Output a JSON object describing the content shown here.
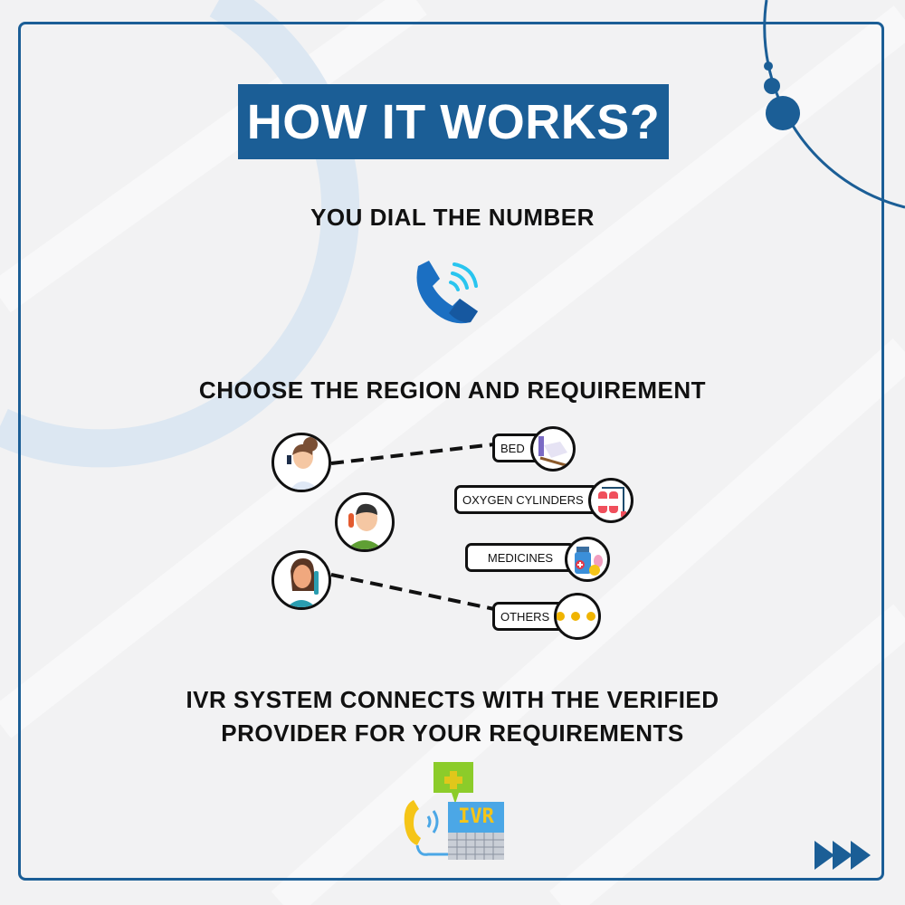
{
  "title": "HOW IT WORKS?",
  "steps": [
    {
      "heading": "YOU DIAL THE NUMBER",
      "icon": "phone-call-icon"
    },
    {
      "heading": "CHOOSE THE REGION AND REQUIREMENT",
      "options": [
        {
          "label": "BED",
          "icon": "bed-icon"
        },
        {
          "label": "OXYGEN CYLINDERS",
          "icon": "oxygen-cylinder-icon"
        },
        {
          "label": "MEDICINES",
          "icon": "medicine-icon"
        },
        {
          "label": "OTHERS",
          "icon": "more-dots-icon"
        }
      ]
    },
    {
      "heading_line1": "IVR SYSTEM CONNECTS WITH THE VERIFIED",
      "heading_line2": "PROVIDER FOR YOUR REQUIREMENTS",
      "icon": "ivr-icon",
      "icon_text": "IVR"
    }
  ],
  "colors": {
    "brand": "#1b5e96",
    "accent_light": "#dce7f2"
  }
}
